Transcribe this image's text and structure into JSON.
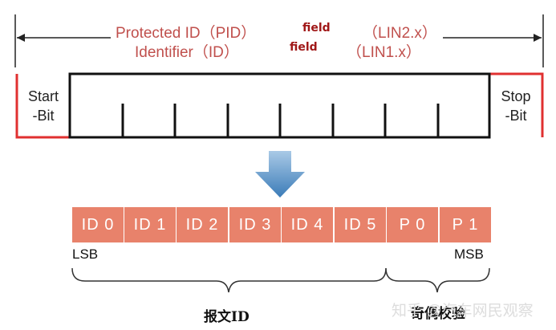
{
  "top_label": {
    "pid": "Protected ID（PID）",
    "pid_field": "field",
    "pid_version": "（LIN2.x）",
    "id": "Identifier（ID）",
    "id_field": "field",
    "id_version": "（LIN1.x）"
  },
  "frame": {
    "start_bit_line1": "Start",
    "start_bit_line2": "-Bit",
    "stop_bit_line1": "Stop",
    "stop_bit_line2": "-Bit"
  },
  "bits": [
    "ID 0",
    "ID 1",
    "ID 2",
    "ID 3",
    "ID 4",
    "ID 5",
    "P 0",
    "P 1"
  ],
  "edges": {
    "lsb": "LSB",
    "msb": "MSB"
  },
  "groups": {
    "message_id": "报文ID",
    "parity": "奇偶校验"
  },
  "watermark": "知乎 @汽车网民观察",
  "colors": {
    "frame_red": "#e03030",
    "cell_fill": "#e8826b",
    "label_red": "#c0504d",
    "arrow_blue": "#3b7cb8"
  }
}
